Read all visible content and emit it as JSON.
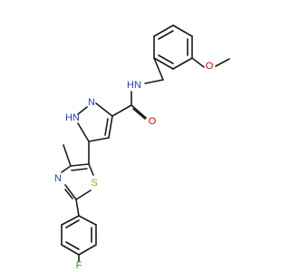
{
  "molecule": {
    "atoms": {
      "O_methoxy": {
        "text": "O",
        "color": "#d40000"
      },
      "N_amide": {
        "text": "N",
        "color": "#1f3fc9"
      },
      "H_amide": {
        "text": "H",
        "color": "#1f3fc9"
      },
      "O_carbonyl": {
        "text": "O",
        "color": "#d40000"
      },
      "N_pyrazole_2": {
        "text": "N",
        "color": "#1f3fc9"
      },
      "NH_pyrazole_1": {
        "text": "HN",
        "color": "#1f3fc9"
      },
      "N_thiazole": {
        "text": "N",
        "color": "#1f3fc9"
      },
      "S_thiazole": {
        "text": "S",
        "color": "#b3a000"
      },
      "F_aryl": {
        "text": "F",
        "color": "#2f9a2f"
      }
    }
  }
}
